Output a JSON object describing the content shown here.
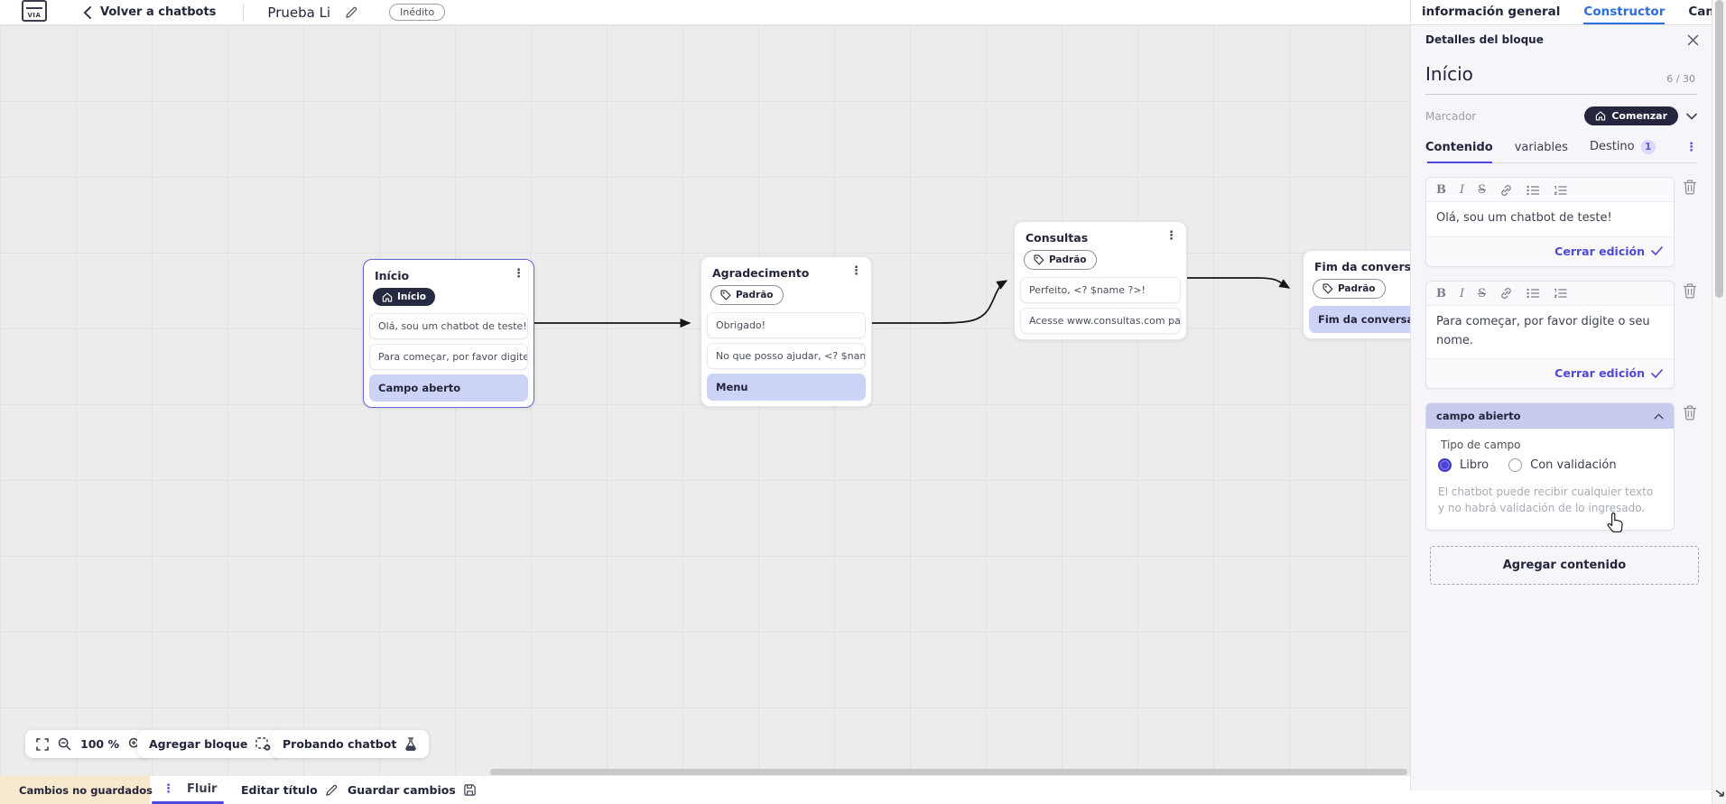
{
  "topbar": {
    "logo_text": "VIA",
    "back_label": "Volver a chatbots",
    "title": "Prueba Li",
    "status_badge": "Inédito"
  },
  "panel_tabs": {
    "general": "información general",
    "constructor": "Constructor",
    "channels": "Canales"
  },
  "panel": {
    "header_title": "Detalles del bloque",
    "block_name": "Início",
    "char_counter": "6 / 30",
    "marker_label": "Marcador",
    "marker_value": "Comenzar",
    "tabs": {
      "content": "Contenido",
      "variables": "variables",
      "destination": "Destino",
      "destination_badge": "1"
    },
    "editors": [
      {
        "text": "Olá, sou um chatbot de teste!",
        "close_label": "Cerrar edición"
      },
      {
        "text": "Para começar, por favor digite o seu nome.",
        "close_label": "Cerrar edición"
      }
    ],
    "open_field": {
      "header": "campo abierto",
      "type_label": "Tipo de campo",
      "option_free": "Libro",
      "option_validated": "Con validación",
      "helper": "El chatbot puede recibir cualquier texto y no habrá validación de lo ingresado."
    },
    "add_content_label": "Agregar contenido"
  },
  "canvas": {
    "blocks": [
      {
        "id": "inicio",
        "title": "Início",
        "badge": "Início",
        "badge_style": "dark",
        "selected": true,
        "rows": [
          {
            "text": "Olá, sou um chatbot de teste!"
          },
          {
            "text": "Para começar, por favor digite o ..."
          },
          {
            "text": "Campo aberto",
            "highlight": true
          }
        ]
      },
      {
        "id": "agradecimento",
        "title": "Agradecimento",
        "badge": "Padrão",
        "badge_style": "outline",
        "rows": [
          {
            "text": "Obrigado!"
          },
          {
            "text": "No que posso ajudar, <? $name ..."
          },
          {
            "text": "Menu",
            "highlight": true
          }
        ]
      },
      {
        "id": "consultas",
        "title": "Consultas",
        "badge": "Padrão",
        "badge_style": "outline",
        "rows": [
          {
            "text": "Perfeito, <? $name ?>!"
          },
          {
            "text": "Acesse www.consultas.com par..."
          }
        ]
      },
      {
        "id": "fim",
        "title": "Fim da conversa",
        "badge": "Padrão",
        "badge_style": "outline",
        "rows": [
          {
            "text": "Fim da conversa",
            "highlight": true
          }
        ]
      }
    ]
  },
  "canvas_toolbar": {
    "zoom_level": "100 %",
    "add_block_label": "Agregar bloque",
    "test_label": "Probando chatbot"
  },
  "bottombar": {
    "unsaved_label": "Cambios no guardados",
    "flow_tab": "Fluir",
    "edit_title_label": "Editar título",
    "save_label": "Guardar cambios"
  },
  "colors": {
    "accent_blue": "#2b6cdf",
    "accent_indigo": "#4f48d8",
    "dark_navy": "#23263c",
    "lavender_row": "#ccd3f7",
    "warning_bg": "#f8e8cd"
  }
}
